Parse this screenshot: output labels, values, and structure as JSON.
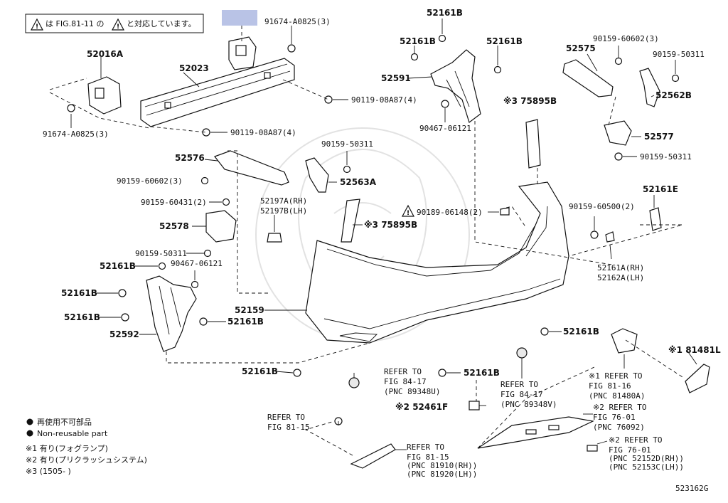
{
  "header_note": {
    "text_before": "は FIG.81-11 の",
    "text_after": "と対応しています。"
  },
  "highlight_color": "#b9c3e6",
  "labels": {
    "l52161B_top": "52161B",
    "l91674_top": "91674-A0825(3)",
    "l52016A": "52016A",
    "l52023": "52023",
    "l52161B_a": "52161B",
    "l52161B_b": "52161B",
    "l52591": "52591",
    "l90119_a": "90119-08A87(4)",
    "l91674_bot": "91674-A0825(3)",
    "l90119_b": "90119-08A87(4)",
    "l90467_a": "90467-06121",
    "l75895B_top": "※3 75895B",
    "l52575": "52575",
    "l90159_60602_a": "90159-60602(3)",
    "l90159_50311_a": "90159-50311",
    "l52562B": "52562B",
    "l52577": "52577",
    "l90159_50311_b": "90159-50311",
    "l52576": "52576",
    "l90159_50311_c": "90159-50311",
    "l90159_60602_b": "90159-60602(3)",
    "l52563A": "52563A",
    "l90159_60431": "90159-60431(2)",
    "l52197A": "52197A(RH)",
    "l52197B": "52197B(LH)",
    "l90189": "90189-06148(2)",
    "l90159_60500": "90159-60500(2)",
    "l52161E": "52161E",
    "l52578": "52578",
    "l75895B_mid": "※3 75895B",
    "l52161A": "52161A(RH)",
    "l52162A": "52162A(LH)",
    "l90159_50311_d": "90159-50311",
    "l52161B_c": "52161B",
    "l90467_b": "90467-06121",
    "l52161B_d": "52161B",
    "l52161B_e": "52161B",
    "l52159": "52159",
    "l52161B_f": "52161B",
    "l52592": "52592",
    "l52161B_g": "52161B",
    "l52161B_h": "52161B",
    "l52161B_i": "52161B",
    "l81481L": "※1 81481L",
    "ref84_l1": "REFER TO",
    "ref84_l2": "FIG 84-17",
    "ref84_l3": "(PNC 89348U)",
    "ref84b_l1": "REFER TO",
    "ref84b_l2": "FIG 84-17",
    "ref84b_l3": "(PNC 89348V)",
    "ref81_16_l1": "※1 REFER TO",
    "ref81_16_l2": "FIG 81-16",
    "ref81_16_l3": "(PNC 81480A)",
    "l52461F": "※2 52461F",
    "ref76a_l1": "※2 REFER TO",
    "ref76a_l2": "FIG 76-01",
    "ref76a_l3": "(PNC 76092)",
    "ref81_15a_l1": "REFER TO",
    "ref81_15a_l2": "FIG 81-15",
    "ref81_15b_l1": "REFER TO",
    "ref81_15b_l2": "FIG 81-15",
    "ref81_15b_l3": "(PNC 81910(RH))",
    "ref81_15b_l4": "(PNC 81920(LH))",
    "ref76b_l1": "※2 REFER TO",
    "ref76b_l2": "FIG 76-01",
    "ref76b_l3": "(PNC 52152D(RH))",
    "ref76b_l4": "(PNC 52153C(LH))",
    "figure_id": "523162G"
  },
  "legend": {
    "nonreuse_jp": "再使用不可部品",
    "nonreuse_en": "Non-reusable part",
    "n1": "※1  有り(フォグランプ)",
    "n2": "※2  有り(プリクラッシュシステム)",
    "n3": "※3  (1505-       )"
  }
}
